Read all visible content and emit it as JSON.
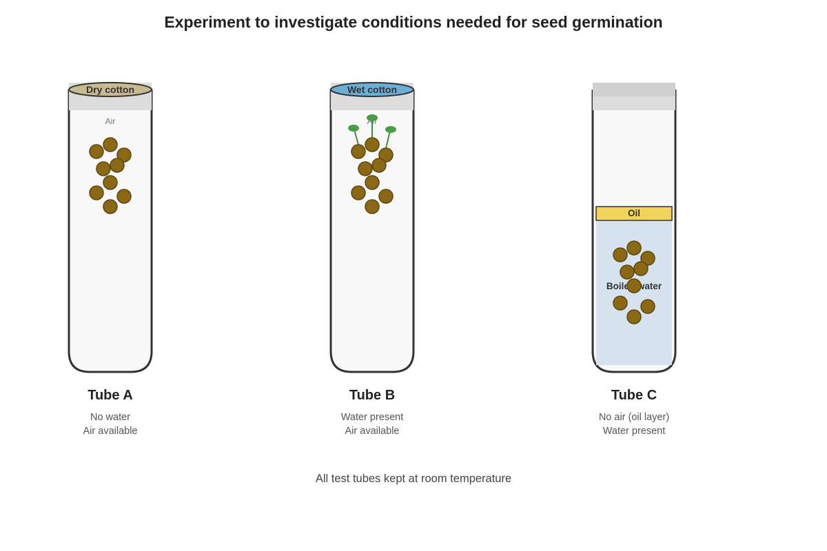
{
  "title": "Experiment to investigate conditions needed for seed germination",
  "footer": "All test tubes kept at room temperature",
  "colors": {
    "tube_stroke": "#333333",
    "tube_fill": "#f8f8f8",
    "cap": "#dcdcdc",
    "dry_cotton": "#c8b990",
    "wet_cotton": "#6baed6",
    "seed": "#8b6914",
    "seed_stroke": "#5c4510",
    "shoot": "#3f8f3f",
    "oil": "#f2d35b",
    "water": "#d6e3ef"
  },
  "tubes": [
    {
      "label": "Tube A",
      "cap_label": "Dry cotton",
      "air_label": "Air",
      "conditions": [
        "No water",
        "Air available"
      ],
      "germinated": false
    },
    {
      "label": "Tube B",
      "cap_label": "Wet cotton",
      "air_label": "Air",
      "conditions": [
        "Water present",
        "Air available"
      ],
      "germinated": true
    },
    {
      "label": "Tube C",
      "oil_label": "Oil",
      "water_label": "Boiled water",
      "conditions": [
        "No air (oil layer)",
        "Water present"
      ],
      "germinated": false
    }
  ]
}
